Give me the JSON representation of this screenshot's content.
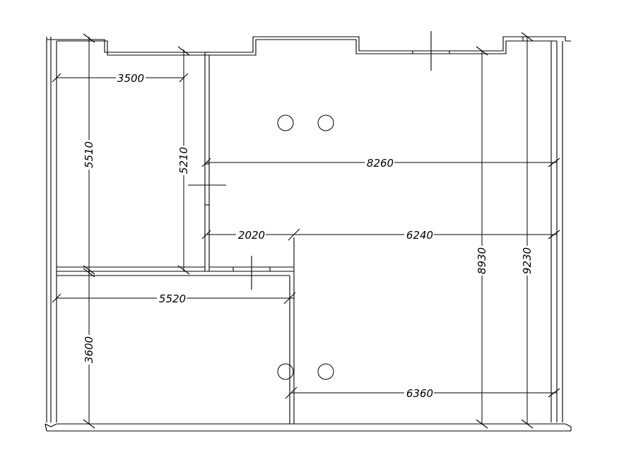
{
  "plan": {
    "dimensions": {
      "d3500": "3500",
      "d5510": "5510",
      "d5210": "5210",
      "d8260": "8260",
      "d2020": "2020",
      "d6240": "6240",
      "d8930": "8930",
      "d9230": "9230",
      "d5520": "5520",
      "d3600": "3600",
      "d6360": "6360"
    }
  }
}
